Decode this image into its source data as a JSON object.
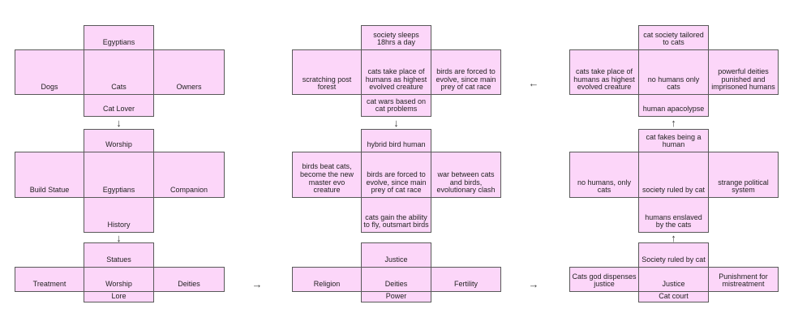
{
  "diagram": {
    "title_hint": "cat lore brainstorm cross diagram",
    "arrows": {
      "down": "↓",
      "up": "↑",
      "right": "→",
      "left": "←"
    },
    "colors": {
      "cell_fill": "#fcd6f9",
      "cell_border": "#595959",
      "arrow": "#404040",
      "background": "#ffffff"
    },
    "groups": [
      {
        "name": "egyptians-and-cats",
        "crosses": [
          {
            "top": "Egyptians",
            "left": "Dogs",
            "center": "Cats",
            "right": "Owners",
            "bottom": "Cat Lover"
          },
          {
            "top": "Worship",
            "left": "Build Statue",
            "center": "Egyptians",
            "right": "Companion",
            "bottom": "History"
          },
          {
            "top": "Statues",
            "left": "Treatment",
            "center": "Worship",
            "right": "Deities",
            "bottom": "Lore"
          }
        ]
      },
      {
        "name": "cat-evolution",
        "crosses": [
          {
            "top": "society sleeps 18hrs a day",
            "left": "scratching post forest",
            "center": "cats take place of humans as highest evolved creature",
            "right": "birds are forced to evolve, since main prey of cat race",
            "bottom": "cat wars based on cat problems"
          },
          {
            "top": "hybrid bird human",
            "left": "birds beat cats, become the new master evo creature",
            "center": "birds are forced to evolve, since main prey of cat race",
            "right": "war between cats and birds, evolutionary clash",
            "bottom": "cats gain the ability to fly, outsmart birds"
          },
          {
            "top": "Justice",
            "left": "Religion",
            "center": "Deities",
            "right": "Fertility",
            "bottom": "Power"
          }
        ]
      },
      {
        "name": "cat-society",
        "crosses": [
          {
            "top": "cat society tailored to cats",
            "left": "cats take place of humans as highest evolved creature",
            "center": "no humans only cats",
            "right": "powerful deities punished and imprisoned humans",
            "bottom": "human apacolypse"
          },
          {
            "top": "cat fakes being a human",
            "left": "no humans, only cats",
            "center": "society ruled by cat",
            "right": "strange political system",
            "bottom": "humans enslaved by the cats"
          },
          {
            "top": "Society ruled by cat",
            "left": "Cats god dispenses justice",
            "center": "Justice",
            "right": "Punishment for mistreatment",
            "bottom": "Cat court"
          }
        ]
      }
    ]
  }
}
